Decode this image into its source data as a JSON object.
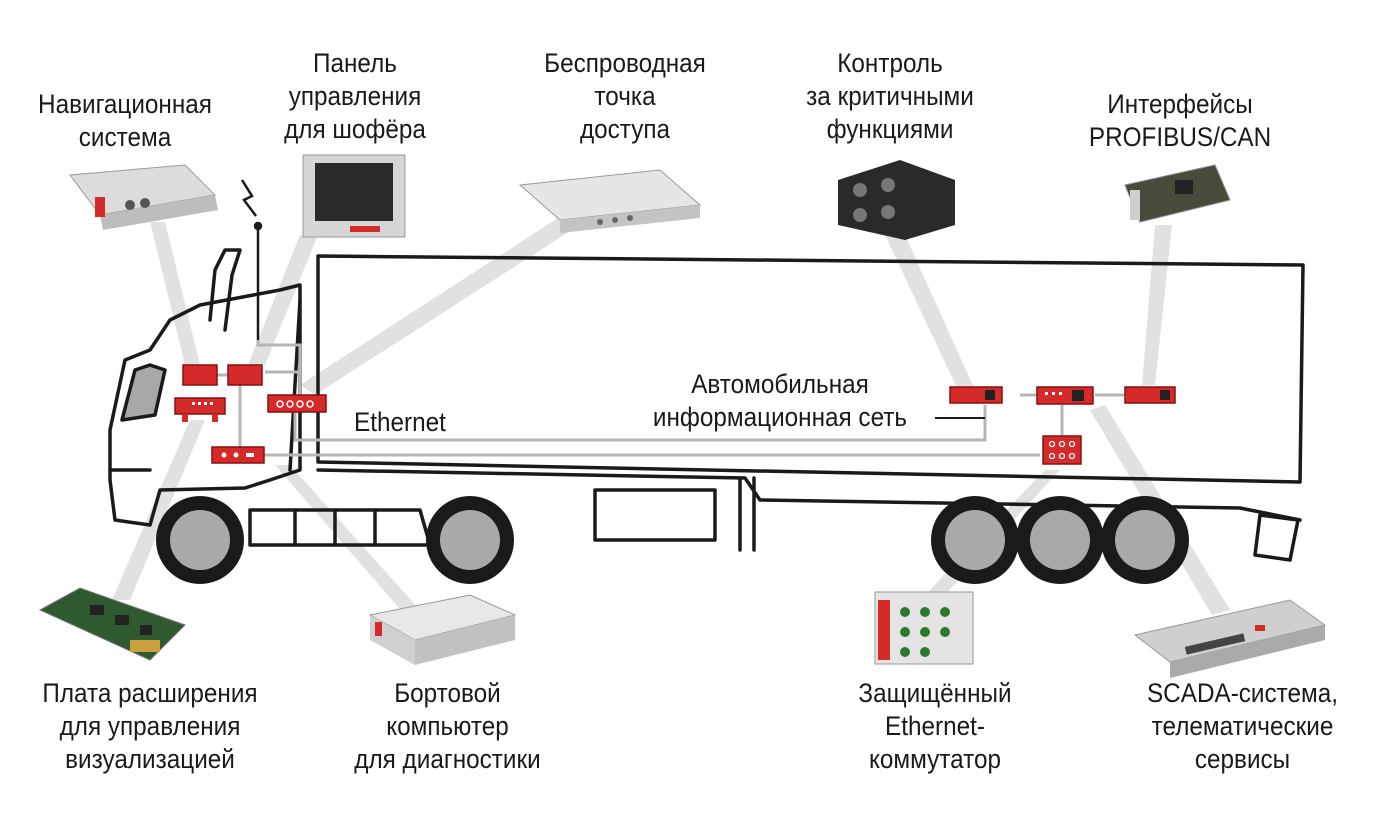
{
  "labels": {
    "navigation": [
      "Навигационная",
      "система"
    ],
    "driver_panel": [
      "Панель",
      "управления",
      "для шофёра"
    ],
    "wireless_ap": [
      "Беспроводная",
      "точка",
      "доступа"
    ],
    "critical_control": [
      "Контроль",
      "за критичными",
      "функциями"
    ],
    "fieldbus": [
      "Интерфейсы",
      "PROFIBUS/CAN"
    ],
    "ethernet": "Ethernet",
    "vehicle_network": [
      "Автомобильная",
      "информационная сеть"
    ],
    "expansion_board": [
      "Плата расширения",
      "для управления",
      "визуализацией"
    ],
    "onboard_computer": [
      "Бортовой",
      "компьютер",
      "для диагностики"
    ],
    "ethernet_switch": [
      "Защищённый",
      "Ethernet-",
      "коммутатор"
    ],
    "scada": [
      "SCADA-система,",
      "телематические",
      "сервисы"
    ]
  },
  "colors": {
    "module_red": "#d42a2a",
    "module_dark": "#8a1010",
    "outline": "#1a1a1a",
    "wire": "#b5b5b5",
    "beam": "#d8d8d8",
    "wheel": "#a9a9a9"
  }
}
